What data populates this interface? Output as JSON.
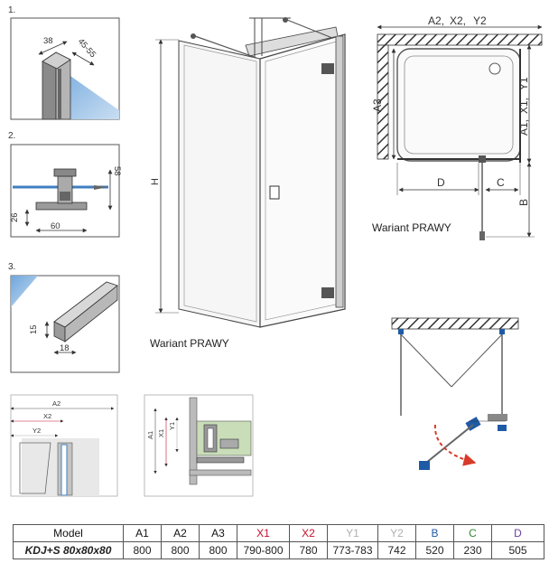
{
  "detail_panels": {
    "p1": {
      "number": "1.",
      "width": "38",
      "range": "45-55"
    },
    "p2": {
      "number": "2.",
      "height_top": "58",
      "height_bottom": "26",
      "width": "60"
    },
    "p3": {
      "number": "3.",
      "height": "15",
      "width": "18"
    }
  },
  "dims": {
    "main_height": "H",
    "top_labels": {
      "a2": "A2,",
      "x2": "X2,",
      "y2": "Y2"
    },
    "side_labels": {
      "a1": "A1,",
      "x1": "X1,",
      "y1": "Y1"
    },
    "a3": "A3",
    "d": "D",
    "c": "C",
    "b": "B"
  },
  "variant_labels": {
    "front": "Wariant PRAWY",
    "plan": "Wariant PRAWY"
  },
  "mini_labels": {
    "a2": "A2",
    "x2": "X2",
    "y2": "Y2",
    "a1": "A1",
    "x1": "X1",
    "y1": "Y1"
  },
  "colors": {
    "x_red": "#c8102e",
    "y_gray": "#b0b0b0",
    "b_blue": "#1f5aa6",
    "c_green": "#2e8b2e",
    "d_purple": "#6a3fa0",
    "glass_blue": "#3f7fc0",
    "arrow_red": "#d83a2a"
  },
  "table": {
    "headers": [
      {
        "text": "Model",
        "color": "#111111"
      },
      {
        "text": "A1",
        "color": "#111111"
      },
      {
        "text": "A2",
        "color": "#111111"
      },
      {
        "text": "A3",
        "color": "#111111"
      },
      {
        "text": "X1",
        "color": "#c8102e"
      },
      {
        "text": "X2",
        "color": "#c8102e"
      },
      {
        "text": "Y1",
        "color": "#b0b0b0"
      },
      {
        "text": "Y2",
        "color": "#b0b0b0"
      },
      {
        "text": "B",
        "color": "#1f5aa6"
      },
      {
        "text": "C",
        "color": "#2e8b2e"
      },
      {
        "text": "D",
        "color": "#6a3fa0"
      }
    ],
    "row": [
      "KDJ+S 80x80x80",
      "800",
      "800",
      "800",
      "790-800",
      "780",
      "773-783",
      "742",
      "520",
      "230",
      "505"
    ]
  }
}
